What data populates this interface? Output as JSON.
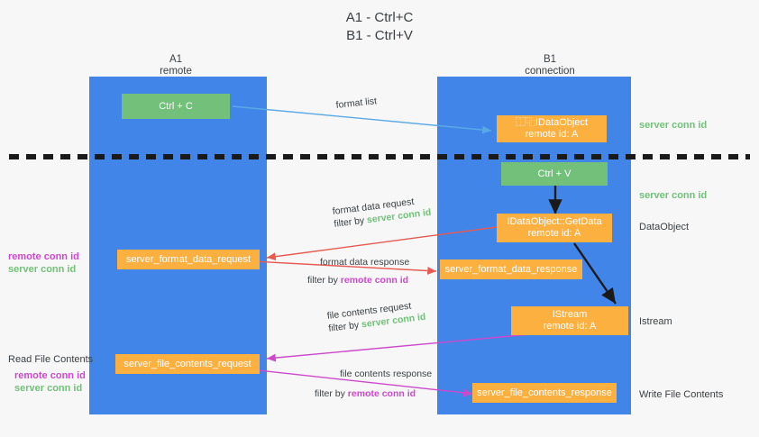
{
  "title": {
    "line1": "A1 - Ctrl+C",
    "line2": "B1 - Ctrl+V"
  },
  "columns": [
    {
      "name": "A1",
      "sub": "remote"
    },
    {
      "name": "B1",
      "sub": "connection"
    }
  ],
  "boxes": {
    "ctrl_c": "Ctrl + C",
    "ctrl_v": "Ctrl + V",
    "idataobject_top": {
      "line1": "⿰⿻IDataObject",
      "line2": "remote id: A"
    },
    "getdata": {
      "line1": "IDataObject::GetData",
      "line2": "remote id: A"
    },
    "istream": {
      "line1": "IStream",
      "line2": "remote id: A"
    },
    "server_format_data_request": "server_format_data_request",
    "server_format_data_response": "server_format_data_response",
    "server_file_contents_request": "server_file_contents_request",
    "server_file_contents_response": "server_file_contents_response"
  },
  "edges": {
    "format_list": "format list",
    "format_data_request": "format data request",
    "format_data_request_filter_prefix": "filter by ",
    "format_data_request_filter_value": "server conn id",
    "format_data_response": "format data response",
    "format_data_response_filter_prefix": "filter by ",
    "format_data_response_filter_value": "remote conn id",
    "file_contents_request": "file contents request",
    "file_contents_request_filter_prefix": "filter by ",
    "file_contents_request_filter_value": "server conn id",
    "file_contents_response": "file contents response",
    "file_contents_response_filter_prefix": "filter by ",
    "file_contents_response_filter_value": "remote conn id"
  },
  "right_notes": {
    "server_conn_id_top": "server conn id",
    "server_conn_id_second": "server conn id",
    "dataobject": "DataObject",
    "istream": "Istream",
    "write_file_contents": "Write File Contents"
  },
  "left_notes": {
    "remote_conn_id_1": "remote conn id",
    "server_conn_id_1": "server conn id",
    "read_file_contents": "Read File Contents",
    "remote_conn_id_2": "remote conn id",
    "server_conn_id_2": "server conn id"
  },
  "colors": {
    "lane": "#4285e8",
    "green": "#72c07a",
    "orange": "#fcb040",
    "magenta": "#cc49cc",
    "red_arrow": "#e8594f",
    "blue_arrow": "#5aa9e6",
    "dark": "#1a1a1a"
  }
}
